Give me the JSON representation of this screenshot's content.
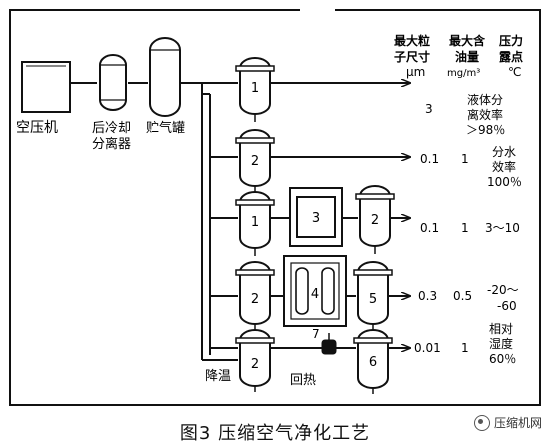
{
  "labels": {
    "compressor": "空压机",
    "aftercooler_l1": "后冷却",
    "aftercooler_l2": "分离器",
    "tank": "贮气罐",
    "cool_down": "降温",
    "reheat": "回热"
  },
  "headers": {
    "particle_l1": "最大粒",
    "particle_l2": "子尺寸",
    "particle_unit": "μm",
    "oil_l1": "最大含",
    "oil_l2": "油量",
    "oil_unit": "mg/m³",
    "dew_l1": "压力",
    "dew_l2": "露点",
    "dew_unit": "℃"
  },
  "rows": [
    {
      "particle": "3",
      "note_l1": "液体分",
      "note_l2": "离效率",
      "note_l3": "＞98％"
    },
    {
      "particle": "0.1",
      "oil": "1",
      "note_l1": "分水",
      "note_l2": "效率",
      "note_l3": "100％"
    },
    {
      "particle": "0.1",
      "oil": "1",
      "dew": "3～10"
    },
    {
      "particle": "0.3",
      "oil": "0.5",
      "dew_l1": "-20～",
      "dew_l2": "-60"
    },
    {
      "particle": "0.01",
      "oil": "1",
      "note_l1": "相对",
      "note_l2": "湿度",
      "note_l3": "60％"
    }
  ],
  "components": {
    "f1_row1": "1",
    "f2_row2": "2",
    "f1_row3": "1",
    "dryer3": "3",
    "f2_row3": "2",
    "f2_row4": "2",
    "dryer4": "4",
    "f5_row4": "5",
    "f2_row5": "2",
    "v7": "7",
    "f6_row5": "6"
  },
  "caption": "图3  压缩空气净化工艺",
  "watermark": "压缩机网"
}
